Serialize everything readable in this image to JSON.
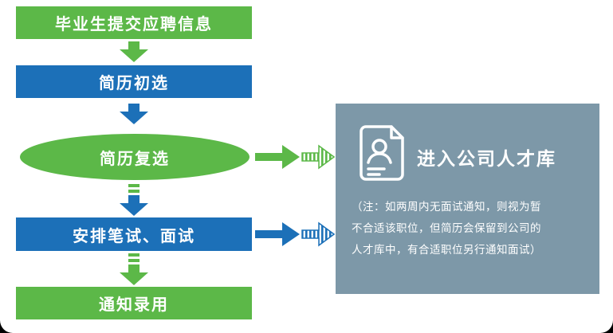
{
  "colors": {
    "green": "#5CB848",
    "blue": "#1C70B8",
    "panel": "#7D98A8",
    "text": "#FFFFFF"
  },
  "flow": {
    "steps": [
      {
        "label": "毕业生提交应聘信息",
        "shape": "rectangle",
        "color": "green"
      },
      {
        "label": "简历初选",
        "shape": "rectangle",
        "color": "blue"
      },
      {
        "label": "简历复选",
        "shape": "ellipse",
        "color": "green"
      },
      {
        "label": "安排笔试、面试",
        "shape": "rectangle",
        "color": "blue"
      },
      {
        "label": "通知录用",
        "shape": "rectangle",
        "color": "green"
      }
    ]
  },
  "panel": {
    "title": "进入公司人才库",
    "note_lines": [
      "（注：如两周内无面试通知，则视为暂",
      "不合适该职位，但简历会保留到公司的",
      "人才库中，有合适职位另行通知面试）"
    ]
  }
}
